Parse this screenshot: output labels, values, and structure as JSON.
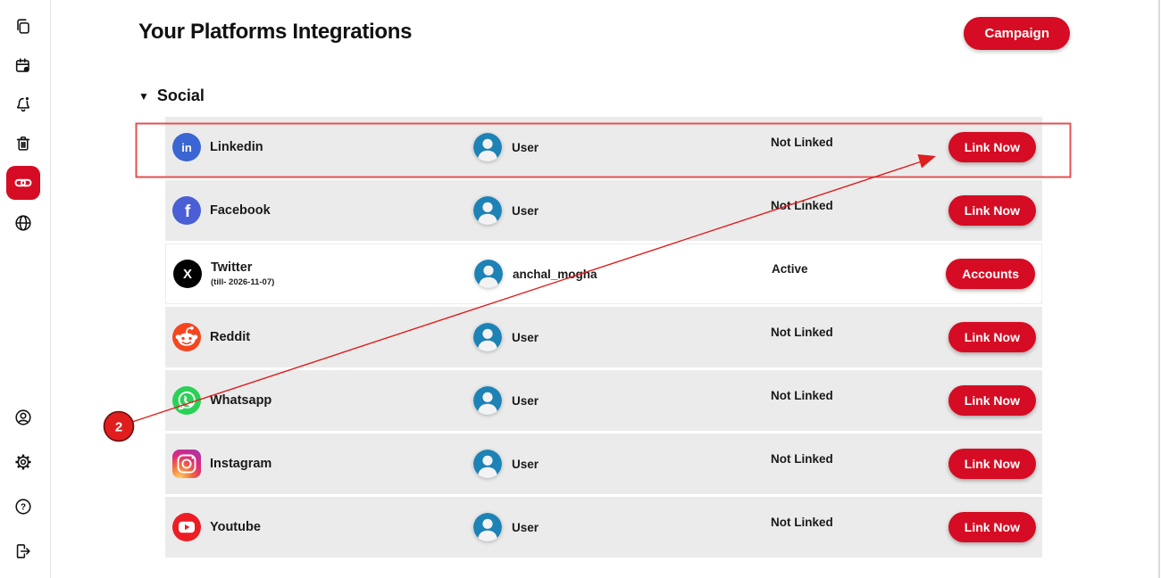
{
  "header": {
    "title": "Your Platforms Integrations",
    "campaign_button_label": "Campaign"
  },
  "section": {
    "toggle_icon": "▼",
    "label": "Social"
  },
  "rows": [
    {
      "icon": "linkedin",
      "platform": "Linkedin",
      "user": "User",
      "status": "Not Linked",
      "action": "Link Now",
      "highlighted": true
    },
    {
      "icon": "facebook",
      "platform": "Facebook",
      "user": "User",
      "status": "Not Linked",
      "action": "Link Now"
    },
    {
      "icon": "twitter",
      "platform": "Twitter",
      "subtitle": "(till- 2026-11-07)",
      "user": "anchal_mogha",
      "status": "Active",
      "action": "Accounts",
      "active": true
    },
    {
      "icon": "reddit",
      "platform": "Reddit",
      "user": "User",
      "status": "Not Linked",
      "action": "Link Now"
    },
    {
      "icon": "whatsapp",
      "platform": "Whatsapp",
      "user": "User",
      "status": "Not Linked",
      "action": "Link Now"
    },
    {
      "icon": "instagram",
      "platform": "Instagram",
      "user": "User",
      "status": "Not Linked",
      "action": "Link Now"
    },
    {
      "icon": "youtube",
      "platform": "Youtube",
      "user": "User",
      "status": "Not Linked",
      "action": "Link Now"
    }
  ],
  "sidebar": {
    "active_item": "link",
    "top_icons": [
      "copy-icon",
      "calendar-icon",
      "notifications-icon",
      "trash-icon",
      "link-icon",
      "globe-icon"
    ],
    "bottom_icons": [
      "account-icon",
      "settings-icon",
      "help-icon",
      "logout-icon"
    ]
  },
  "annotation": {
    "badge_label": "2",
    "target": "Linkedin Link Now button"
  },
  "colors": {
    "accent_red": "#d50c23",
    "row_bg": "#ebebeb",
    "annotation_red": "#e01e1e",
    "highlight_border": "#e05252",
    "avatar_blue": "#1d82b5",
    "linkedin": "#3b65d2",
    "facebook": "#4a5ed5",
    "twitter": "#000000",
    "reddit": "#f54620",
    "whatsapp": "#2bd157",
    "youtube": "#ed1d24"
  }
}
